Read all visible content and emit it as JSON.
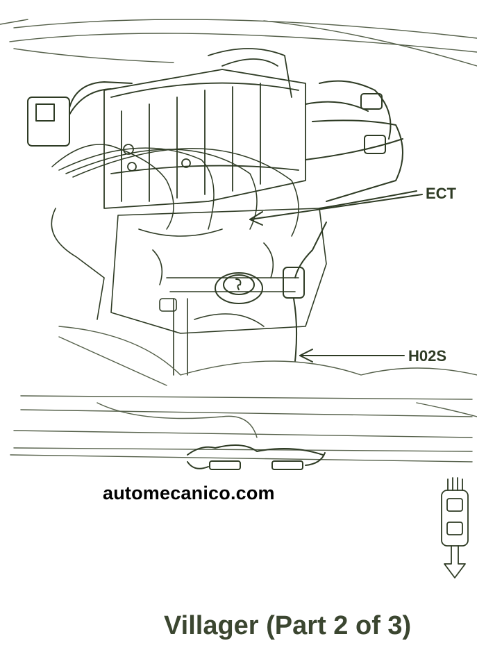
{
  "colors": {
    "ink": "#2e3b24",
    "light_ink": "#55604a",
    "watermark": "#000000"
  },
  "labels": {
    "ect": "ECT",
    "h02s": "H02S"
  },
  "watermark": "automecanico.com",
  "caption": "Villager (Part 2 of 3)",
  "icons": [
    "vehicle-front-arrow-icon",
    "cap-icon"
  ]
}
